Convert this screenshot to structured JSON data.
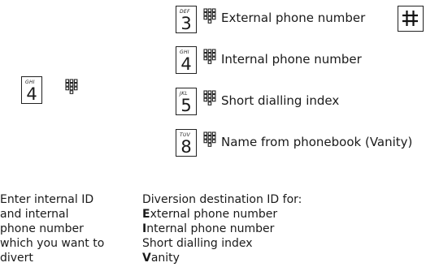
{
  "left_key": {
    "letters": "GHI",
    "digit": "4"
  },
  "options": [
    {
      "letters": "DEF",
      "digit": "3",
      "label": "External phone number"
    },
    {
      "letters": "GHI",
      "digit": "4",
      "label": "Internal phone number"
    },
    {
      "letters": "JKL",
      "digit": "5",
      "label": "Short dialling index"
    },
    {
      "letters": "TUV",
      "digit": "8",
      "label": "Name from phonebook (Vanity)"
    }
  ],
  "hash_key": {
    "symbol": "#"
  },
  "left_text": [
    "Enter internal ID",
    "and internal",
    "phone number",
    "which you want to",
    "divert"
  ],
  "right_text": {
    "heading": "Diversion destination ID for:",
    "lines": [
      {
        "initial": "E",
        "rest": "xternal phone number"
      },
      {
        "initial": "I",
        "rest": "nternal phone number"
      },
      {
        "initial": "",
        "rest": "Short dialling index"
      },
      {
        "initial": "V",
        "rest": "anity"
      }
    ]
  },
  "icons": {
    "keypad": "keypad-icon",
    "hash": "hash-key-icon"
  }
}
